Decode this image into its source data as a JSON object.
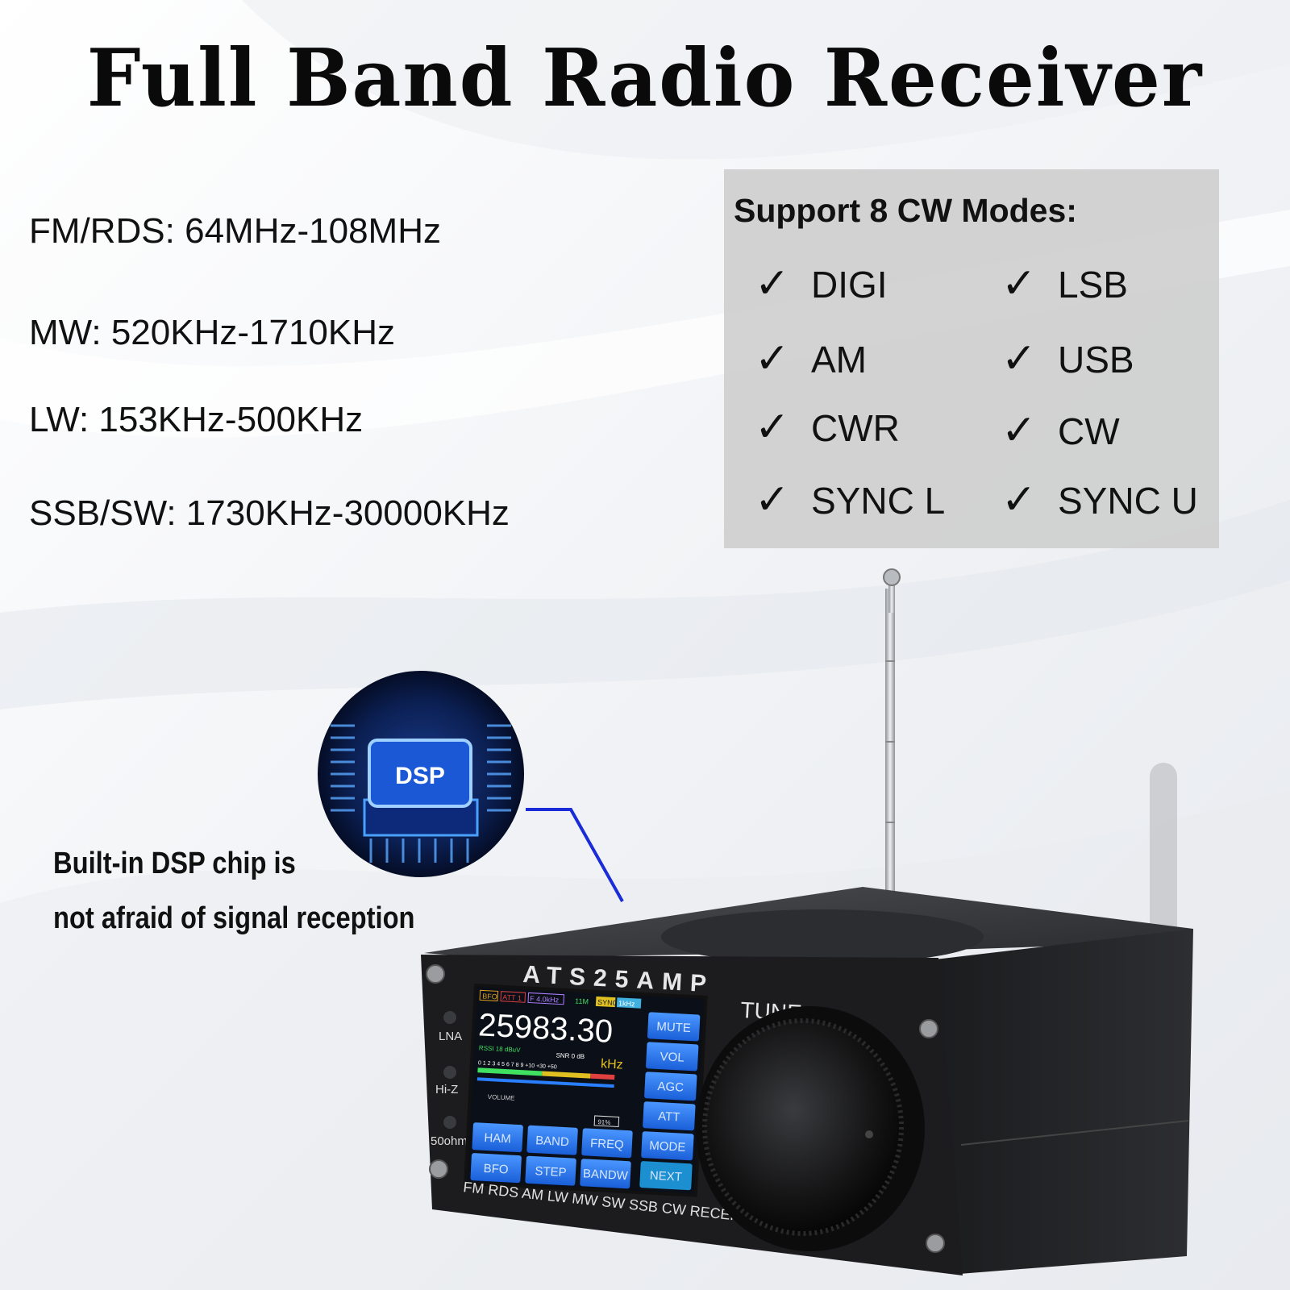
{
  "title": "Full Band Radio Receiver",
  "bands": [
    "FM/RDS: 64MHz-108MHz",
    "MW: 520KHz-1710KHz",
    "LW: 153KHz-500KHz",
    "SSB/SW: 1730KHz-30000KHz"
  ],
  "modes": {
    "heading": "Support 8 CW Modes:",
    "check_glyph": "✓",
    "left": [
      "DIGI",
      "AM",
      "CWR",
      "SYNC L"
    ],
    "right": [
      "LSB",
      "USB",
      "CW",
      "SYNC U"
    ]
  },
  "dsp": {
    "chip_label": "DSP",
    "caption_line1": "Built-in DSP chip is",
    "caption_line2": "not afraid of signal reception"
  },
  "device": {
    "brand": "ATS25AMP",
    "knob_label": "TUNE",
    "side_labels": [
      "LNA",
      "Hi-Z",
      "50ohm"
    ],
    "front_text": "FM RDS AM LW MW SW SSB CW RECEIVER",
    "screen": {
      "status_tags": [
        "BFO",
        "ATT 1",
        "F 4.0kHz",
        "11M",
        "SYNC",
        "1kHz"
      ],
      "frequency": "25983.30",
      "unit": "kHz",
      "rssi": "RSSI 18 dBuV",
      "snr": "SNR 0 dB",
      "scale": "0 1 2 3 4 5 6 7 8 9 +10 +30 +50",
      "volume_label": "VOLUME",
      "battery": "91%",
      "side_buttons": [
        "MUTE",
        "VOL",
        "AGC",
        "ATT",
        "MODE",
        "NEXT"
      ],
      "grid_buttons": [
        "HAM",
        "BAND",
        "FREQ",
        "BFO",
        "STEP",
        "BANDW"
      ]
    }
  },
  "colors": {
    "title": "#0a0a0a",
    "modes_box": "#cdcdcd",
    "screen_button": "#1f6ff0",
    "device_body": "#1e1e1e",
    "connector_line": "#1a2bd8"
  }
}
